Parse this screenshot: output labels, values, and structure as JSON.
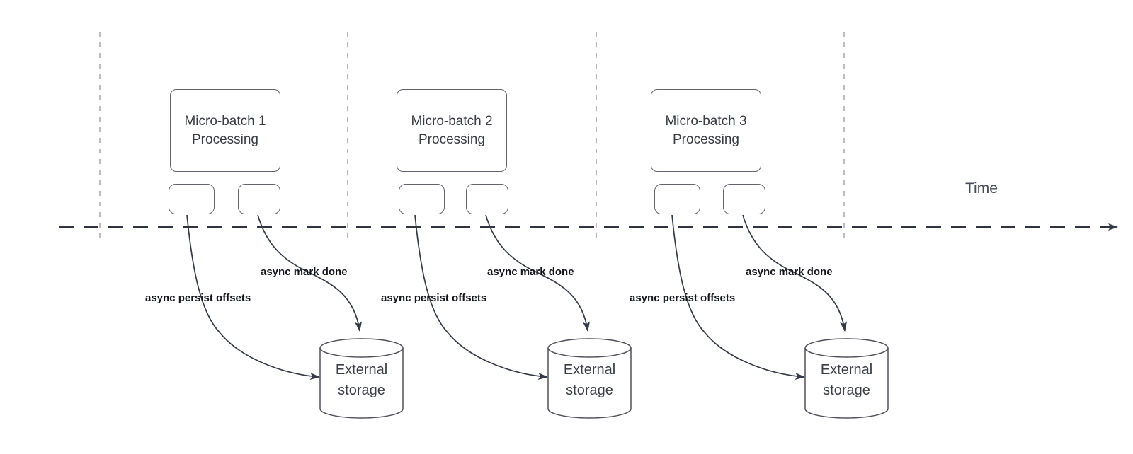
{
  "diagram": {
    "time_label": "Time",
    "groups": [
      {
        "name": "micro-batch-1",
        "box_label": "Micro-batch 1 Processing",
        "persist_arrow_label": "async persist offsets",
        "done_arrow_label": "async mark done",
        "storage_label": "External storage"
      },
      {
        "name": "micro-batch-2",
        "box_label": "Micro-batch 2 Processing",
        "persist_arrow_label": "async persist offsets",
        "done_arrow_label": "async mark done",
        "storage_label": "External storage"
      },
      {
        "name": "micro-batch-3",
        "box_label": "Micro-batch 3 Processing",
        "persist_arrow_label": "async persist offsets",
        "done_arrow_label": "async mark done",
        "storage_label": "External storage"
      }
    ],
    "colors": {
      "line": "#343a46",
      "shape_border": "#63636d",
      "cylinder_border": "#50505b",
      "grid_dash": "#ababaf",
      "bold_label_text": "#14161c",
      "shape_text": "#3b3e46",
      "background": "#ffffff"
    }
  }
}
